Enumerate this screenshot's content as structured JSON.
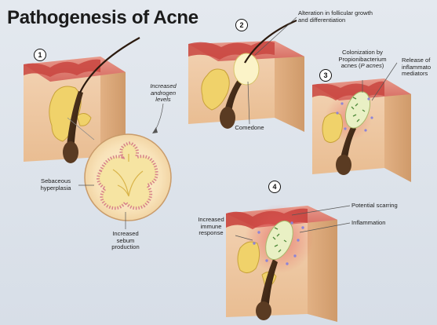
{
  "title": "Pathogenesis of Acne",
  "steps": {
    "one": "1",
    "two": "2",
    "three": "3",
    "four": "4"
  },
  "labels": {
    "androgen_l1": "Increased",
    "androgen_l2": "androgen",
    "androgen_l3": "levels",
    "sebaceous_l1": "Sebaceous",
    "sebaceous_l2": "hyperplasia",
    "sebum_l1": "Increased",
    "sebum_l2": "sebum",
    "sebum_l3": "production",
    "alteration_l1": "Alteration in follicular growth",
    "alteration_l2": "and differentiation",
    "comedone": "Comedone",
    "colonization_l1": "Colonization by",
    "colonization_l2": "Propionibacterium",
    "colonization_l3a": "acnes (",
    "colonization_l3b": "P acnes",
    "colonization_l3c": ")",
    "release_l1": "Release of",
    "release_l2": "inflammato",
    "release_l3": "mediators",
    "scarring": "Potential scarring",
    "inflammation": "Inflammation",
    "immune_l1": "Increased",
    "immune_l2": "immune",
    "immune_l3": "response"
  }
}
